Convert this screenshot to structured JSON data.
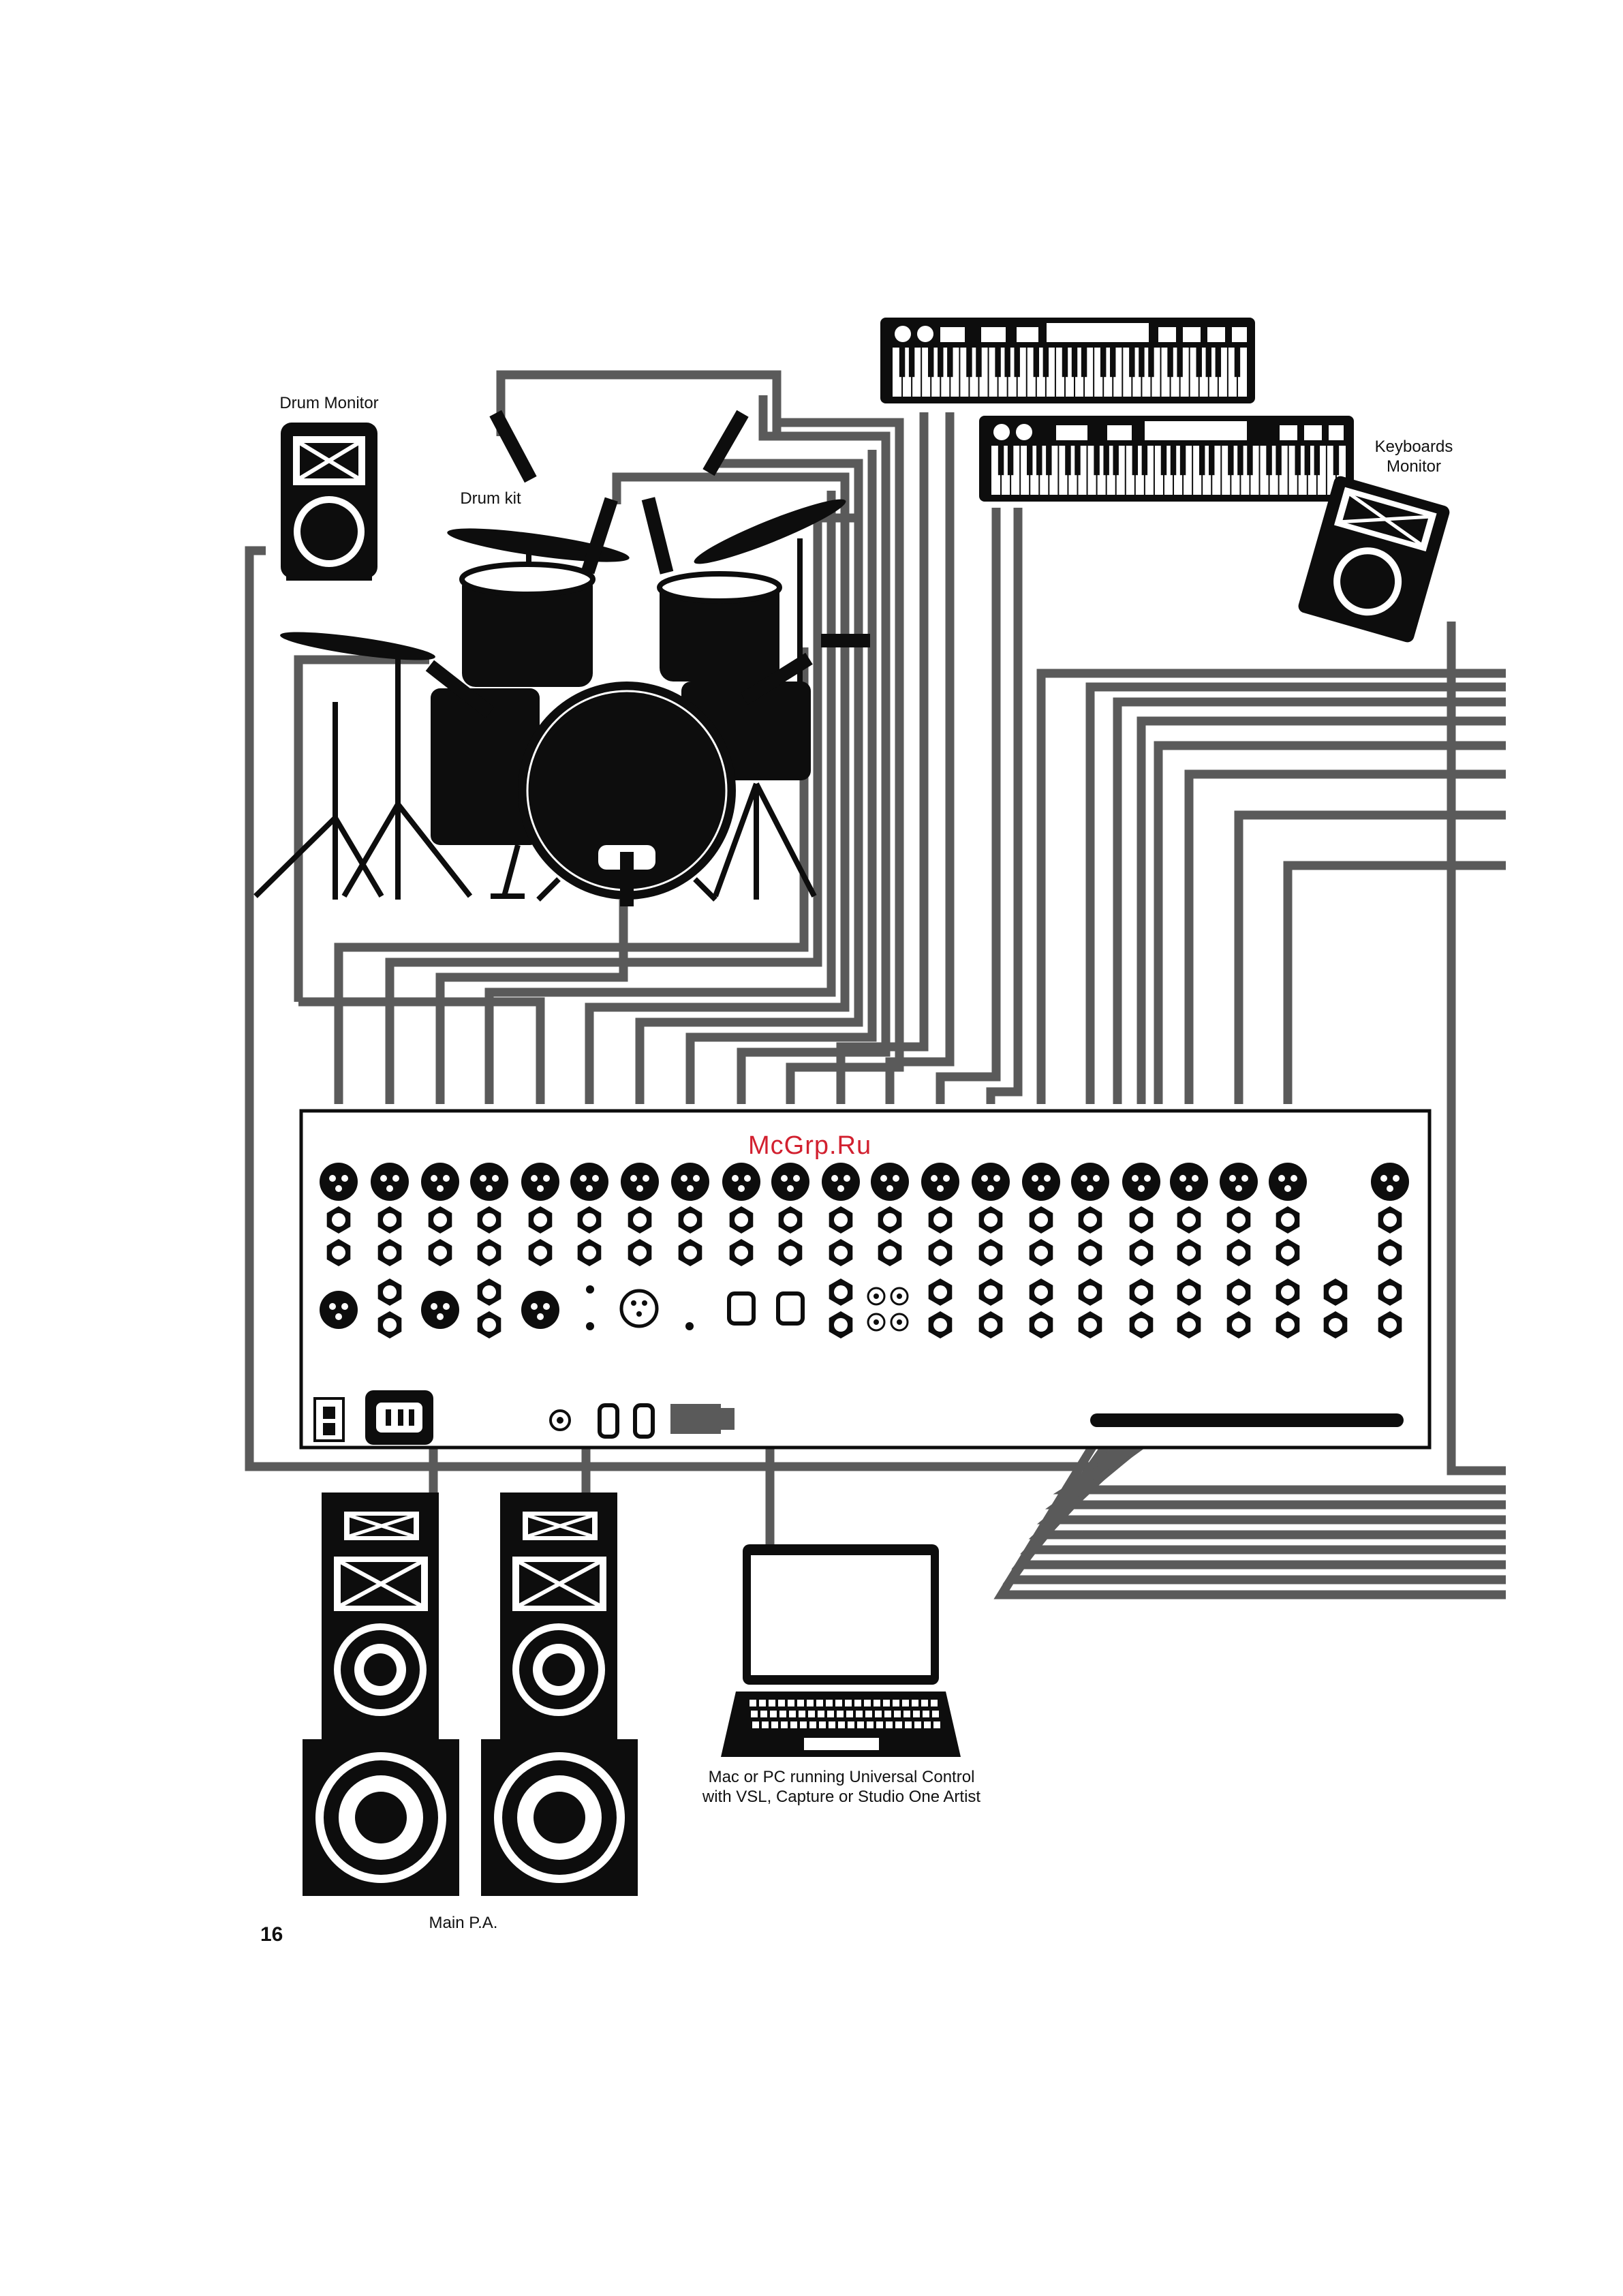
{
  "labels": {
    "drum_monitor": "Drum Monitor",
    "drum_kit": "Drum kit",
    "keyboards_monitor_line1": "Keyboards",
    "keyboards_monitor_line2": "Monitor",
    "computer_line1": "Mac or PC running Universal Control",
    "computer_line2": "with VSL, Capture or Studio One Artist",
    "main_pa": "Main P.A."
  },
  "watermark": "McGrp.Ru",
  "page_number": "16",
  "colors": {
    "cable": "#5a5a5a",
    "equipment": "#0d0d0d",
    "watermark": "#d2202f"
  },
  "icons": {
    "drum_monitor": "stage-speaker-icon",
    "drum_kit": "drum-kit-icon",
    "keyboard_1": "keyboard-icon",
    "keyboard_2": "keyboard-icon",
    "keyboards_monitor": "floor-wedge-monitor-icon",
    "mixer": "mixer-rear-panel-icon",
    "laptop": "laptop-icon",
    "main_pa_left": "pa-speaker-stack-icon",
    "main_pa_right": "pa-speaker-stack-icon"
  }
}
